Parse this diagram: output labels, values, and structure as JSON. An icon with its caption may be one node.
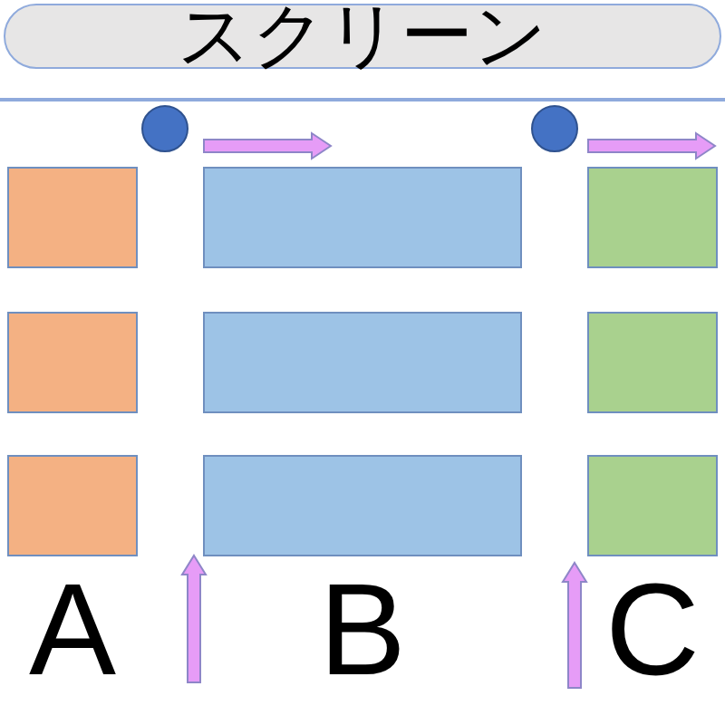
{
  "diagram": {
    "nodes": [
      {
        "text": [
          "スクリーン"
        ]
      },
      {
        "text": [],
        "shape": "circle"
      },
      {
        "text": [],
        "shape": "circle"
      },
      {
        "text": [],
        "shape": "box"
      },
      {
        "text": [],
        "shape": "box"
      },
      {
        "text": [],
        "shape": "box"
      },
      {
        "text": [],
        "shape": "box"
      },
      {
        "text": [],
        "shape": "box"
      },
      {
        "text": [],
        "shape": "box"
      },
      {
        "text": [],
        "shape": "box"
      },
      {
        "text": [],
        "shape": "box"
      },
      {
        "text": [],
        "shape": "box"
      }
    ],
    "labels": [
      "A",
      "B",
      "C"
    ]
  }
}
